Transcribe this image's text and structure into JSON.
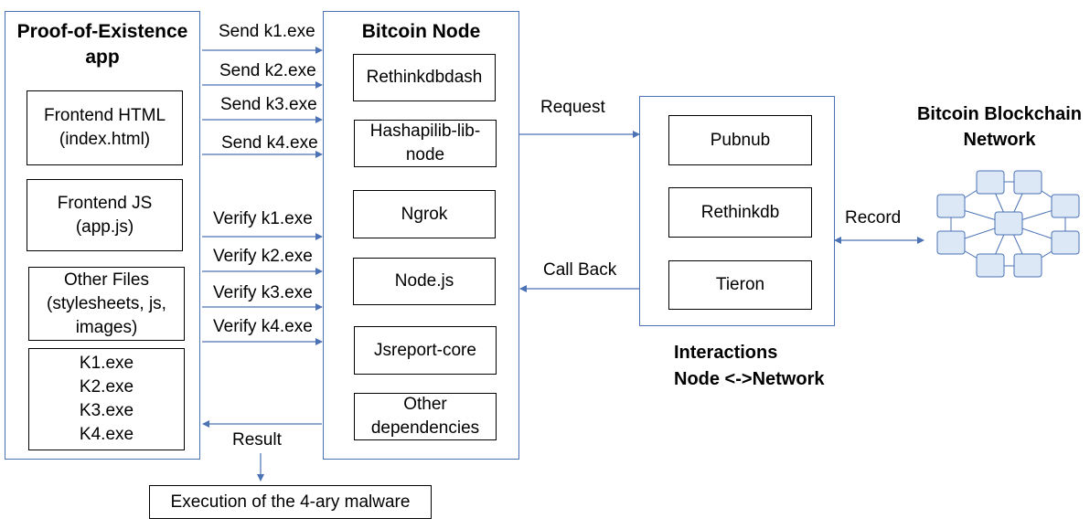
{
  "poe_app": {
    "title_line1": "Proof-of-Existence",
    "title_line2": "app",
    "frontend_html": [
      "Frontend HTML",
      "(index.html)"
    ],
    "frontend_js": [
      "Frontend JS",
      "(app.js)"
    ],
    "other_files": [
      "Other Files",
      "(stylesheets, js,",
      "images)"
    ],
    "exe_files": [
      "K1.exe",
      "K2.exe",
      "K3.exe",
      "K4.exe"
    ]
  },
  "send_labels": [
    "Send k1.exe",
    "Send k2.exe",
    "Send k3.exe",
    "Send k4.exe"
  ],
  "verify_labels": [
    "Verify k1.exe",
    "Verify k2.exe",
    "Verify k3.exe",
    "Verify k4.exe"
  ],
  "result_label": "Result",
  "execution_box": "Execution of the 4-ary malware",
  "bitcoin_node": {
    "title": "Bitcoin Node",
    "modules": {
      "rethinkdbdash": "Rethinkdbdash",
      "hashapilib": [
        "Hashapilib-lib-",
        "node"
      ],
      "ngrok": "Ngrok",
      "nodejs": "Node.js",
      "jsreport": "Jsreport-core",
      "other_deps": [
        "Other",
        "dependencies"
      ]
    }
  },
  "request_label": "Request",
  "callback_label": "Call Back",
  "interactions": {
    "services": [
      "Pubnub",
      "Rethinkdb",
      "Tieron"
    ],
    "caption_line1": "Interactions",
    "caption_line2": "Node <->Network"
  },
  "record_label": "Record",
  "blockchain": {
    "title_line1": "Bitcoin Blockchain",
    "title_line2": "Network"
  },
  "colors": {
    "connector": "#4a72b5",
    "box_border": "#000000",
    "network_node_fill": "#dde8f6"
  }
}
